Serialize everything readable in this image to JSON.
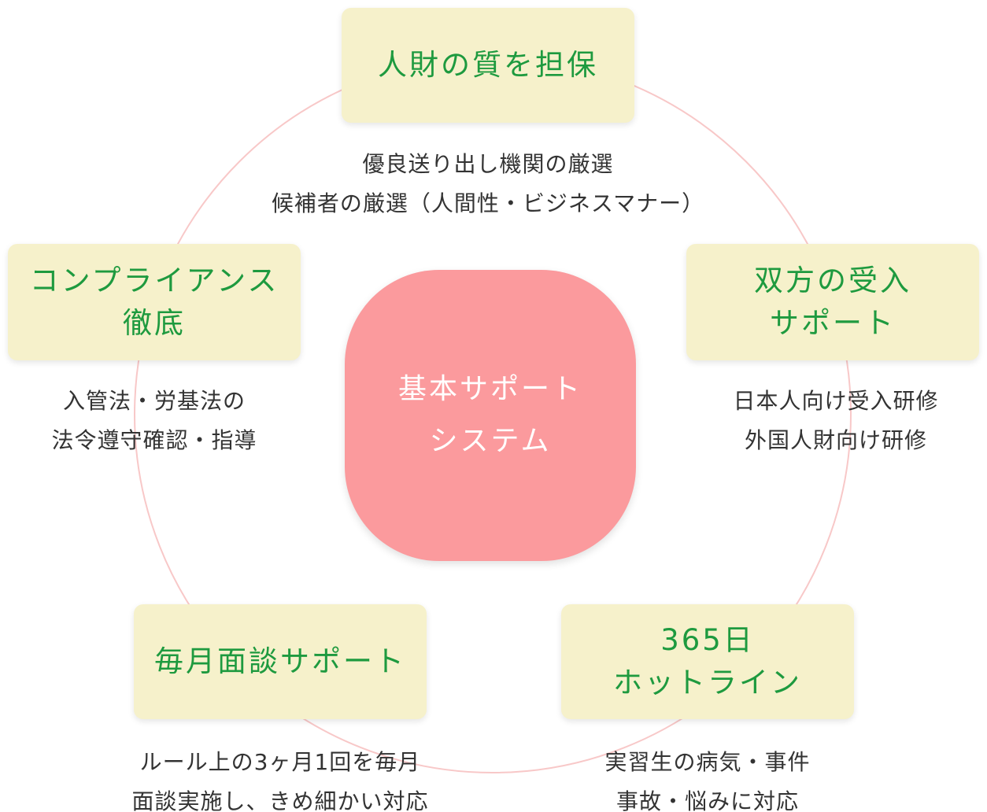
{
  "colors": {
    "ring": "#f8c8c8",
    "box_bg": "#f6f1cb",
    "box_text": "#1e9a3f",
    "center_bg": "#fb9a9d",
    "center_text": "#ffffff",
    "desc_text": "#333333"
  },
  "center": {
    "lines": [
      "基本サポート",
      "システム"
    ]
  },
  "nodes": {
    "quality": {
      "title": [
        "人財の質を担保"
      ],
      "desc": [
        "優良送り出し機関の厳選",
        "候補者の厳選（人間性・ビジネスマナー）"
      ]
    },
    "mutual": {
      "title": [
        "双方の受入",
        "サポート"
      ],
      "desc": [
        "日本人向け受入研修",
        "外国人財向け研修"
      ]
    },
    "hotline": {
      "title": [
        "365日",
        "ホットライン"
      ],
      "desc": [
        "実習生の病気・事件",
        "事故・悩みに対応"
      ]
    },
    "monthly": {
      "title": [
        "毎月面談サポート"
      ],
      "desc": [
        "ルール上の3ヶ月1回を毎月",
        "面談実施し、きめ細かい対応"
      ]
    },
    "compliance": {
      "title": [
        "コンプライアンス",
        "徹底"
      ],
      "desc": [
        "入管法・労基法の",
        "法令遵守確認・指導"
      ]
    }
  }
}
